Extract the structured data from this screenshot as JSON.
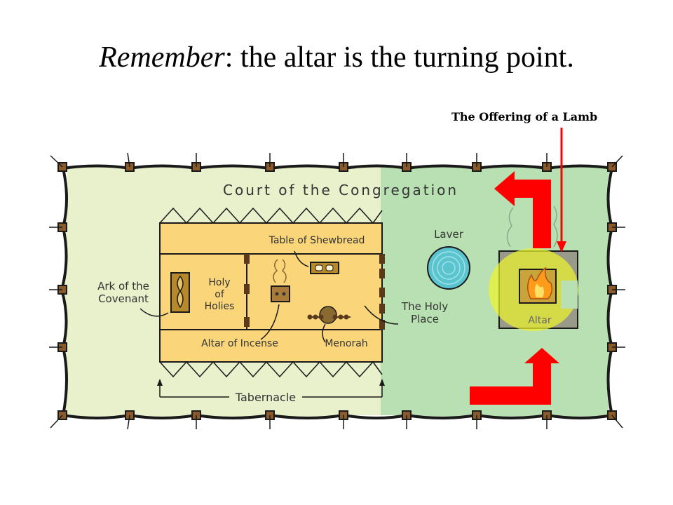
{
  "title": {
    "emphasis": "Remember",
    "rest": ": the altar is the turning point."
  },
  "callout": "The Offering of a Lamb",
  "diagram": {
    "court": "Court of the Congregation",
    "ark": [
      "Ark of the",
      "Covenant"
    ],
    "holy_of_holies": [
      "Holy",
      "of",
      "Holies"
    ],
    "table": "Table of Shewbread",
    "laver": "Laver",
    "holy_place": [
      "The Holy",
      "Place"
    ],
    "altar_incense": "Altar of Incense",
    "menorah": "Menorah",
    "tabernacle": "Tabernacle",
    "altar": "Altar"
  },
  "colors": {
    "court_left": "#e8f0cc",
    "court_right": "#b9e0b2",
    "tabernacle": "#fad57a",
    "arrow": "#ff0000",
    "highlight": "#ecf22e"
  }
}
